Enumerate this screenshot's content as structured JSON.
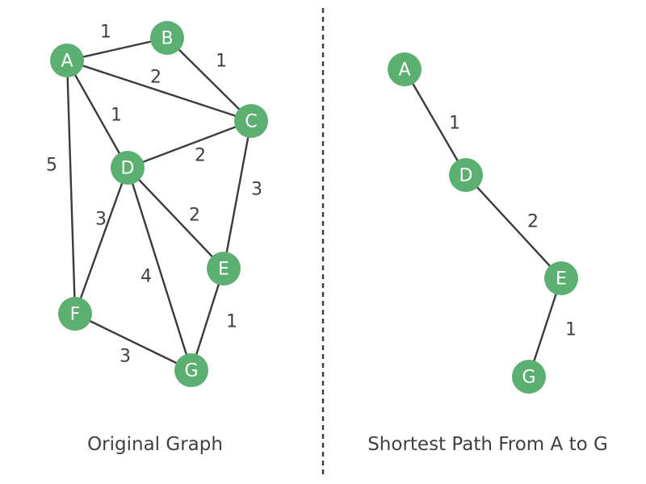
{
  "colors": {
    "node_fill": "#5bb071",
    "node_text": "#ffffff",
    "edge": "#3b3b3b",
    "text": "#3f3f3f"
  },
  "original_graph": {
    "caption": "Original Graph",
    "nodes": [
      "A",
      "B",
      "C",
      "D",
      "E",
      "F",
      "G"
    ],
    "edges": [
      {
        "from": "A",
        "to": "B",
        "weight": "1"
      },
      {
        "from": "A",
        "to": "C",
        "weight": "2"
      },
      {
        "from": "A",
        "to": "D",
        "weight": "1"
      },
      {
        "from": "A",
        "to": "F",
        "weight": "5"
      },
      {
        "from": "B",
        "to": "C",
        "weight": "1"
      },
      {
        "from": "C",
        "to": "D",
        "weight": "2"
      },
      {
        "from": "C",
        "to": "E",
        "weight": "3"
      },
      {
        "from": "D",
        "to": "E",
        "weight": "2"
      },
      {
        "from": "D",
        "to": "F",
        "weight": "3"
      },
      {
        "from": "D",
        "to": "G",
        "weight": "4"
      },
      {
        "from": "E",
        "to": "G",
        "weight": "1"
      },
      {
        "from": "F",
        "to": "G",
        "weight": "3"
      }
    ]
  },
  "shortest_path": {
    "caption": "Shortest Path From A to G",
    "nodes": [
      "A",
      "D",
      "E",
      "G"
    ],
    "edges": [
      {
        "from": "A",
        "to": "D",
        "weight": "1"
      },
      {
        "from": "D",
        "to": "E",
        "weight": "2"
      },
      {
        "from": "E",
        "to": "G",
        "weight": "1"
      }
    ]
  }
}
